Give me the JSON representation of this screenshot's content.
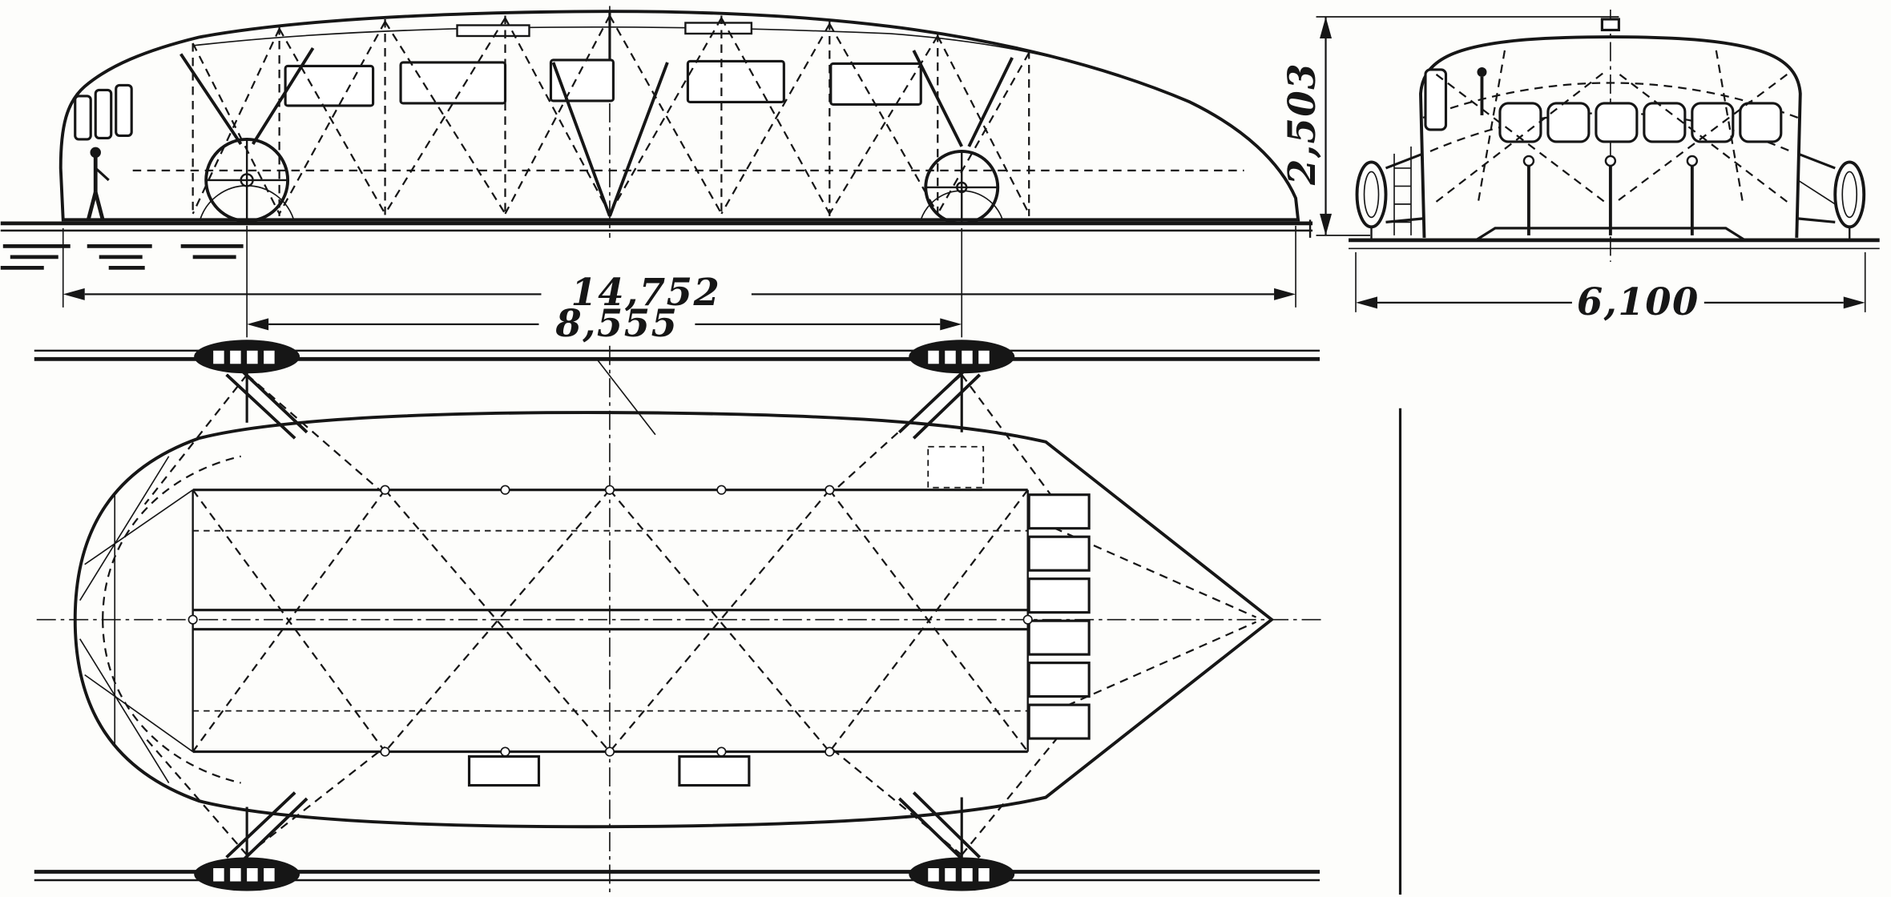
{
  "figure": {
    "description": "Three-view engineering drawing of a streamlined experimental railcar",
    "views": {
      "side": "side elevation",
      "front": "end elevation",
      "plan": "plan view"
    },
    "dimensions": {
      "overall_length": "14,752",
      "wheelbase": "8,555",
      "body_height": "2,503",
      "overall_width": "6,100"
    },
    "colors": {
      "ink": "#161616",
      "paper": "#fdfdfb"
    }
  }
}
